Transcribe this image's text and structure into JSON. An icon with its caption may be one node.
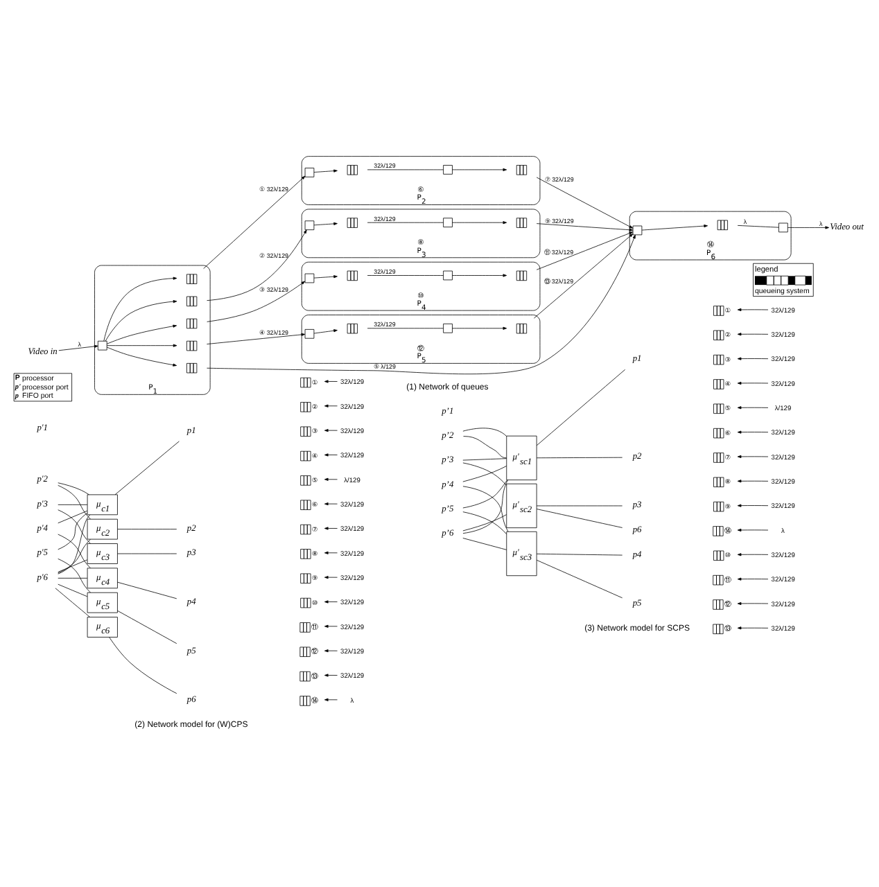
{
  "diagram": {
    "nodes": [
      {
        "text": [
          "Video in"
        ]
      },
      {
        "text": [
          "P$_{1}$"
        ]
      },
      {
        "text": [],
        "shape": "box",
        "in": 1
      },
      {
        "text": [],
        "shape": "queue",
        "in": 1
      },
      {
        "text": [],
        "shape": "queue",
        "in": 1
      },
      {
        "text": [],
        "shape": "queue",
        "in": 1
      },
      {
        "text": [],
        "shape": "queue",
        "in": 1
      },
      {
        "text": [],
        "shape": "queue",
        "in": 1
      },
      {
        "text": [
          "⑥",
          "P$_{2}$"
        ]
      },
      {
        "text": [],
        "shape": "box",
        "in": 8
      },
      {
        "text": [],
        "shape": "queue",
        "in": 8
      },
      {
        "text": [],
        "shape": "box",
        "in": 8
      },
      {
        "text": [],
        "shape": "queue",
        "in": 8
      },
      {
        "text": [
          "⑧",
          "P$_{3}$"
        ]
      },
      {
        "text": [],
        "shape": "box",
        "in": 13
      },
      {
        "text": [],
        "shape": "queue",
        "in": 13
      },
      {
        "text": [],
        "shape": "box",
        "in": 13
      },
      {
        "text": [],
        "shape": "queue",
        "in": 13
      },
      {
        "text": [
          "⑩",
          "P$_{4}$"
        ]
      },
      {
        "text": [],
        "shape": "box",
        "in": 18
      },
      {
        "text": [],
        "shape": "queue",
        "in": 18
      },
      {
        "text": [],
        "shape": "box",
        "in": 18
      },
      {
        "text": [],
        "shape": "queue",
        "in": 18
      },
      {
        "text": [
          "⑫",
          "P$_{5}$"
        ]
      },
      {
        "text": [],
        "shape": "box",
        "in": 23
      },
      {
        "text": [],
        "shape": "queue",
        "in": 23
      },
      {
        "text": [],
        "shape": "box",
        "in": 23
      },
      {
        "text": [],
        "shape": "queue",
        "in": 23
      },
      {
        "text": [
          "⑭",
          "P$_{6}$"
        ]
      },
      {
        "text": [],
        "shape": "box",
        "in": 28
      },
      {
        "text": [],
        "shape": "queue",
        "in": 28
      },
      {
        "text": [],
        "shape": "box",
        "in": 28
      },
      {
        "text": [
          "Video out"
        ]
      },
      {
        "text": [
          "p'1"
        ]
      },
      {
        "text": [
          "p'2"
        ]
      },
      {
        "text": [
          "p'3"
        ]
      },
      {
        "text": [
          "p'4"
        ]
      },
      {
        "text": [
          "p'5"
        ]
      },
      {
        "text": [
          "p'6"
        ]
      },
      {
        "text": [
          "μ$_{c1}$"
        ]
      },
      {
        "text": [
          "μ$_{c2}$"
        ]
      },
      {
        "text": [
          "μ$_{c3}$"
        ]
      },
      {
        "text": [
          "μ$_{c4}$"
        ]
      },
      {
        "text": [
          "μ$_{c5}$"
        ]
      },
      {
        "text": [
          "μ$_{c6}$"
        ]
      },
      {
        "text": [
          "p1"
        ]
      },
      {
        "text": [
          "p2"
        ]
      },
      {
        "text": [
          "p3"
        ]
      },
      {
        "text": [
          "p4"
        ]
      },
      {
        "text": [
          "p5"
        ]
      },
      {
        "text": [
          "p6"
        ]
      },
      {
        "text": [
          "①"
        ]
      },
      {
        "text": [
          "32λ/129"
        ]
      },
      {
        "text": [
          "②"
        ]
      },
      {
        "text": [
          "32λ/129"
        ]
      },
      {
        "text": [
          "③"
        ]
      },
      {
        "text": [
          "32λ/129"
        ]
      },
      {
        "text": [
          "④"
        ]
      },
      {
        "text": [
          "32λ/129"
        ]
      },
      {
        "text": [
          "⑤"
        ]
      },
      {
        "text": [
          "λ/129"
        ]
      },
      {
        "text": [
          "⑥"
        ]
      },
      {
        "text": [
          "32λ/129"
        ]
      },
      {
        "text": [
          "⑦"
        ]
      },
      {
        "text": [
          "32λ/129"
        ]
      },
      {
        "text": [
          "⑧"
        ]
      },
      {
        "text": [
          "32λ/129"
        ]
      },
      {
        "text": [
          "⑨"
        ]
      },
      {
        "text": [
          "32λ/129"
        ]
      },
      {
        "text": [
          "⑩"
        ]
      },
      {
        "text": [
          "32λ/129"
        ]
      },
      {
        "text": [
          "⑪"
        ]
      },
      {
        "text": [
          "32λ/129"
        ]
      },
      {
        "text": [
          "⑫"
        ]
      },
      {
        "text": [
          "32λ/129"
        ]
      },
      {
        "text": [
          "⑬"
        ]
      },
      {
        "text": [
          "32λ/129"
        ]
      },
      {
        "text": [
          "⑭"
        ]
      },
      {
        "text": [
          "λ"
        ]
      },
      {
        "text": [
          "p’1"
        ]
      },
      {
        "text": [
          "p’2"
        ]
      },
      {
        "text": [
          "p’3"
        ]
      },
      {
        "text": [
          "p’4"
        ]
      },
      {
        "text": [
          "p’5"
        ]
      },
      {
        "text": [
          "p’6"
        ]
      },
      {
        "text": [
          "μ'$_{sc1}$"
        ]
      },
      {
        "text": [
          "μ'$_{sc2}$"
        ]
      },
      {
        "text": [
          "μ'$_{sc3}$"
        ]
      },
      {
        "text": [
          "p1"
        ]
      },
      {
        "text": [
          "p2"
        ]
      },
      {
        "text": [
          "p3"
        ]
      },
      {
        "text": [
          "p6"
        ]
      },
      {
        "text": [
          "p4"
        ]
      },
      {
        "text": [
          "p5"
        ]
      },
      {
        "text": [
          "①"
        ]
      },
      {
        "text": [
          "32λ/129"
        ]
      },
      {
        "text": [
          "②"
        ]
      },
      {
        "text": [
          "32λ/129"
        ]
      },
      {
        "text": [
          "③"
        ]
      },
      {
        "text": [
          "32λ/129"
        ]
      },
      {
        "text": [
          "④"
        ]
      },
      {
        "text": [
          "32λ/129"
        ]
      },
      {
        "text": [
          "⑤"
        ]
      },
      {
        "text": [
          "λ/129"
        ]
      },
      {
        "text": [
          "⑥"
        ]
      },
      {
        "text": [
          "32λ/129"
        ]
      },
      {
        "text": [
          "⑦"
        ]
      },
      {
        "text": [
          "32λ/129"
        ]
      },
      {
        "text": [
          "⑧"
        ]
      },
      {
        "text": [
          "32λ/129"
        ]
      },
      {
        "text": [
          "⑨"
        ]
      },
      {
        "text": [
          "32λ/129"
        ]
      },
      {
        "text": [
          "⑭"
        ]
      },
      {
        "text": [
          "λ"
        ]
      },
      {
        "text": [
          "⑩"
        ]
      },
      {
        "text": [
          "32λ/129"
        ]
      },
      {
        "text": [
          "⑪"
        ]
      },
      {
        "text": [
          "32λ/129"
        ]
      },
      {
        "text": [
          "⑫"
        ]
      },
      {
        "text": [
          "32λ/129"
        ]
      },
      {
        "text": [
          "⑬"
        ]
      },
      {
        "text": [
          "32λ/129"
        ]
      },
      {
        "text": [
          "P",
          "processor",
          "p'",
          "processor port",
          "p",
          "FIFO port"
        ]
      }
    ],
    "edges": [
      {
        "from": 0,
        "to": 2,
        "arrow": "to",
        "label": "λ"
      },
      {
        "from": 2,
        "to": 3,
        "arrow": "to"
      },
      {
        "from": 2,
        "to": 4,
        "arrow": "to"
      },
      {
        "from": 2,
        "to": 5,
        "arrow": "to"
      },
      {
        "from": 2,
        "to": 6,
        "arrow": "to"
      },
      {
        "from": 2,
        "to": 7,
        "arrow": "to"
      },
      {
        "from": 3,
        "to": 9,
        "arrow": "to",
        "label": "① 32λ/129"
      },
      {
        "from": 4,
        "to": 14,
        "arrow": "to",
        "label": "② 32λ/129"
      },
      {
        "from": 5,
        "to": 19,
        "arrow": "to",
        "label": "③ 32λ/129"
      },
      {
        "from": 6,
        "to": 24,
        "arrow": "to",
        "label": "④ 32λ/129"
      },
      {
        "from": 7,
        "to": 29,
        "arrow": "to",
        "label": "⑤ λ/129"
      },
      {
        "from": 9,
        "to": 10,
        "arrow": "to"
      },
      {
        "from": 10,
        "to": 11,
        "arrow": "none",
        "label": "32λ/129"
      },
      {
        "from": 11,
        "to": 12,
        "arrow": "to"
      },
      {
        "from": 14,
        "to": 15,
        "arrow": "to"
      },
      {
        "from": 15,
        "to": 16,
        "arrow": "none",
        "label": "32λ/129"
      },
      {
        "from": 16,
        "to": 17,
        "arrow": "to"
      },
      {
        "from": 19,
        "to": 20,
        "arrow": "to"
      },
      {
        "from": 20,
        "to": 21,
        "arrow": "none",
        "label": "32λ/129"
      },
      {
        "from": 21,
        "to": 22,
        "arrow": "to"
      },
      {
        "from": 24,
        "to": 25,
        "arrow": "to"
      },
      {
        "from": 25,
        "to": 26,
        "arrow": "none",
        "label": "32λ/129"
      },
      {
        "from": 26,
        "to": 27,
        "arrow": "to"
      },
      {
        "from": 12,
        "to": 29,
        "arrow": "to",
        "label": "⑦ 32λ/129"
      },
      {
        "from": 17,
        "to": 29,
        "arrow": "to",
        "label": "⑨ 32λ/129"
      },
      {
        "from": 22,
        "to": 29,
        "arrow": "to",
        "label": "⑪ 32λ/129"
      },
      {
        "from": 27,
        "to": 29,
        "arrow": "to",
        "label": "⑬ 32λ/129"
      },
      {
        "from": 29,
        "to": 30,
        "arrow": "to"
      },
      {
        "from": 30,
        "to": 31,
        "arrow": "none",
        "label": "λ"
      },
      {
        "from": 31,
        "to": 32,
        "arrow": "to",
        "label": "λ"
      },
      {
        "from": 34,
        "to": 39,
        "arrow": "none"
      },
      {
        "from": 34,
        "to": 40,
        "arrow": "none"
      },
      {
        "from": 35,
        "to": 39,
        "arrow": "none"
      },
      {
        "from": 35,
        "to": 41,
        "arrow": "none"
      },
      {
        "from": 36,
        "to": 39,
        "arrow": "none"
      },
      {
        "from": 36,
        "to": 42,
        "arrow": "none"
      },
      {
        "from": 37,
        "to": 39,
        "arrow": "none"
      },
      {
        "from": 37,
        "to": 43,
        "arrow": "none"
      },
      {
        "from": 38,
        "to": 39,
        "arrow": "none"
      },
      {
        "from": 38,
        "to": 40,
        "arrow": "none"
      },
      {
        "from": 38,
        "to": 41,
        "arrow": "none"
      },
      {
        "from": 38,
        "to": 42,
        "arrow": "none"
      },
      {
        "from": 38,
        "to": 43,
        "arrow": "none"
      },
      {
        "from": 38,
        "to": 44,
        "arrow": "none"
      },
      {
        "from": 39,
        "to": 45,
        "arrow": "none"
      },
      {
        "from": 40,
        "to": 46,
        "arrow": "none"
      },
      {
        "from": 41,
        "to": 47,
        "arrow": "none"
      },
      {
        "from": 42,
        "to": 48,
        "arrow": "none"
      },
      {
        "from": 43,
        "to": 49,
        "arrow": "none"
      },
      {
        "from": 44,
        "to": 50,
        "arrow": "none"
      },
      {
        "from": 52,
        "to": 51,
        "arrow": "to"
      },
      {
        "from": 54,
        "to": 53,
        "arrow": "to"
      },
      {
        "from": 56,
        "to": 55,
        "arrow": "to"
      },
      {
        "from": 58,
        "to": 57,
        "arrow": "to"
      },
      {
        "from": 60,
        "to": 59,
        "arrow": "to"
      },
      {
        "from": 62,
        "to": 61,
        "arrow": "to"
      },
      {
        "from": 64,
        "to": 63,
        "arrow": "to"
      },
      {
        "from": 66,
        "to": 65,
        "arrow": "to"
      },
      {
        "from": 68,
        "to": 67,
        "arrow": "to"
      },
      {
        "from": 70,
        "to": 69,
        "arrow": "to"
      },
      {
        "from": 72,
        "to": 71,
        "arrow": "to"
      },
      {
        "from": 74,
        "to": 73,
        "arrow": "to"
      },
      {
        "from": 76,
        "to": 75,
        "arrow": "to"
      },
      {
        "from": 78,
        "to": 77,
        "arrow": "to"
      },
      {
        "from": 80,
        "to": 85,
        "arrow": "none"
      },
      {
        "from": 80,
        "to": 85,
        "arrow": "none"
      },
      {
        "from": 81,
        "to": 85,
        "arrow": "none"
      },
      {
        "from": 81,
        "to": 86,
        "arrow": "none"
      },
      {
        "from": 82,
        "to": 85,
        "arrow": "none"
      },
      {
        "from": 82,
        "to": 87,
        "arrow": "none"
      },
      {
        "from": 83,
        "to": 85,
        "arrow": "none"
      },
      {
        "from": 83,
        "to": 87,
        "arrow": "none"
      },
      {
        "from": 84,
        "to": 85,
        "arrow": "none"
      },
      {
        "from": 84,
        "to": 86,
        "arrow": "none"
      },
      {
        "from": 84,
        "to": 87,
        "arrow": "none"
      },
      {
        "from": 85,
        "to": 88,
        "arrow": "none"
      },
      {
        "from": 85,
        "to": 89,
        "arrow": "none"
      },
      {
        "from": 86,
        "to": 90,
        "arrow": "none"
      },
      {
        "from": 86,
        "to": 91,
        "arrow": "none"
      },
      {
        "from": 87,
        "to": 92,
        "arrow": "none"
      },
      {
        "from": 87,
        "to": 93,
        "arrow": "none"
      },
      {
        "from": 95,
        "to": 94,
        "arrow": "to"
      },
      {
        "from": 97,
        "to": 96,
        "arrow": "to"
      },
      {
        "from": 99,
        "to": 98,
        "arrow": "to"
      },
      {
        "from": 101,
        "to": 100,
        "arrow": "to"
      },
      {
        "from": 103,
        "to": 102,
        "arrow": "to"
      },
      {
        "from": 105,
        "to": 104,
        "arrow": "to"
      },
      {
        "from": 107,
        "to": 106,
        "arrow": "to"
      },
      {
        "from": 109,
        "to": 108,
        "arrow": "to"
      },
      {
        "from": 111,
        "to": 110,
        "arrow": "to"
      },
      {
        "from": 113,
        "to": 112,
        "arrow": "to"
      },
      {
        "from": 115,
        "to": 114,
        "arrow": "to"
      },
      {
        "from": 117,
        "to": 116,
        "arrow": "to"
      },
      {
        "from": 119,
        "to": 118,
        "arrow": "to"
      },
      {
        "from": 121,
        "to": 120,
        "arrow": "to"
      }
    ],
    "labels": [
      "legend",
      "(1) Network of queues",
      "(2) Network model for (W)CPS",
      "(3) Network model for SCPS"
    ],
    "legend": [
      {
        "text": "queueing system"
      }
    ]
  }
}
